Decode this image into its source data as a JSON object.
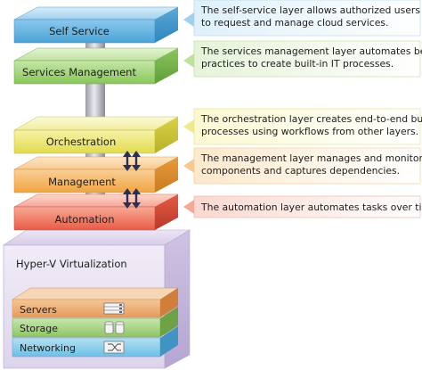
{
  "layers": [
    {
      "id": "self-service",
      "label": "Self Service",
      "description": [
        "The self-service layer allows authorized users",
        "to request and manage cloud services."
      ],
      "accent": "#4aa3d6"
    },
    {
      "id": "services-management",
      "label": "Services Management",
      "description": [
        "The services management layer automates best",
        "practices to create built-in IT processes."
      ],
      "accent": "#7cc248"
    },
    {
      "id": "orchestration",
      "label": "Orchestration",
      "description": [
        "The orchestration layer creates end-to-end business",
        "processes using workflows from other layers."
      ],
      "accent": "#d9d43a"
    },
    {
      "id": "management",
      "label": "Management",
      "description": [
        "The management layer manages and monitors all",
        "components and captures dependencies."
      ],
      "accent": "#f0a540"
    },
    {
      "id": "automation",
      "label": "Automation",
      "description": [
        "The automation layer automates tasks over time."
      ],
      "accent": "#e85c45"
    }
  ],
  "hyperv": {
    "title": "Hyper-V Virtualization",
    "components": [
      {
        "id": "servers",
        "label": "Servers",
        "icon": "server-rack-icon",
        "color": "#e8a060"
      },
      {
        "id": "storage",
        "label": "Storage",
        "icon": "storage-disks-icon",
        "color": "#9ccc78"
      },
      {
        "id": "networking",
        "label": "Networking",
        "icon": "network-switch-icon",
        "color": "#7cc6e6"
      }
    ]
  }
}
